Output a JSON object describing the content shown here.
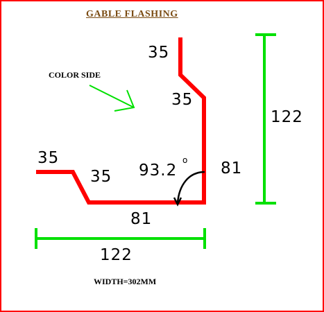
{
  "title": "GABLE  FLASHING",
  "color_side_label": "COLOR SIDE",
  "width_note": "WIDTH=302MM",
  "dimensions": {
    "top_flange": "35",
    "upper_offset": "35",
    "left_flange": "35",
    "left_return": "35",
    "base": "81",
    "right_wall": "81",
    "angle": "93.2",
    "angle_unit": "o",
    "overall_height": "122",
    "overall_width": "122"
  },
  "colors": {
    "profile": "#ff0000",
    "dimension_lines": "#00e000",
    "border": "#ff0000",
    "title": "#7a4b12",
    "arc": "#000000"
  }
}
